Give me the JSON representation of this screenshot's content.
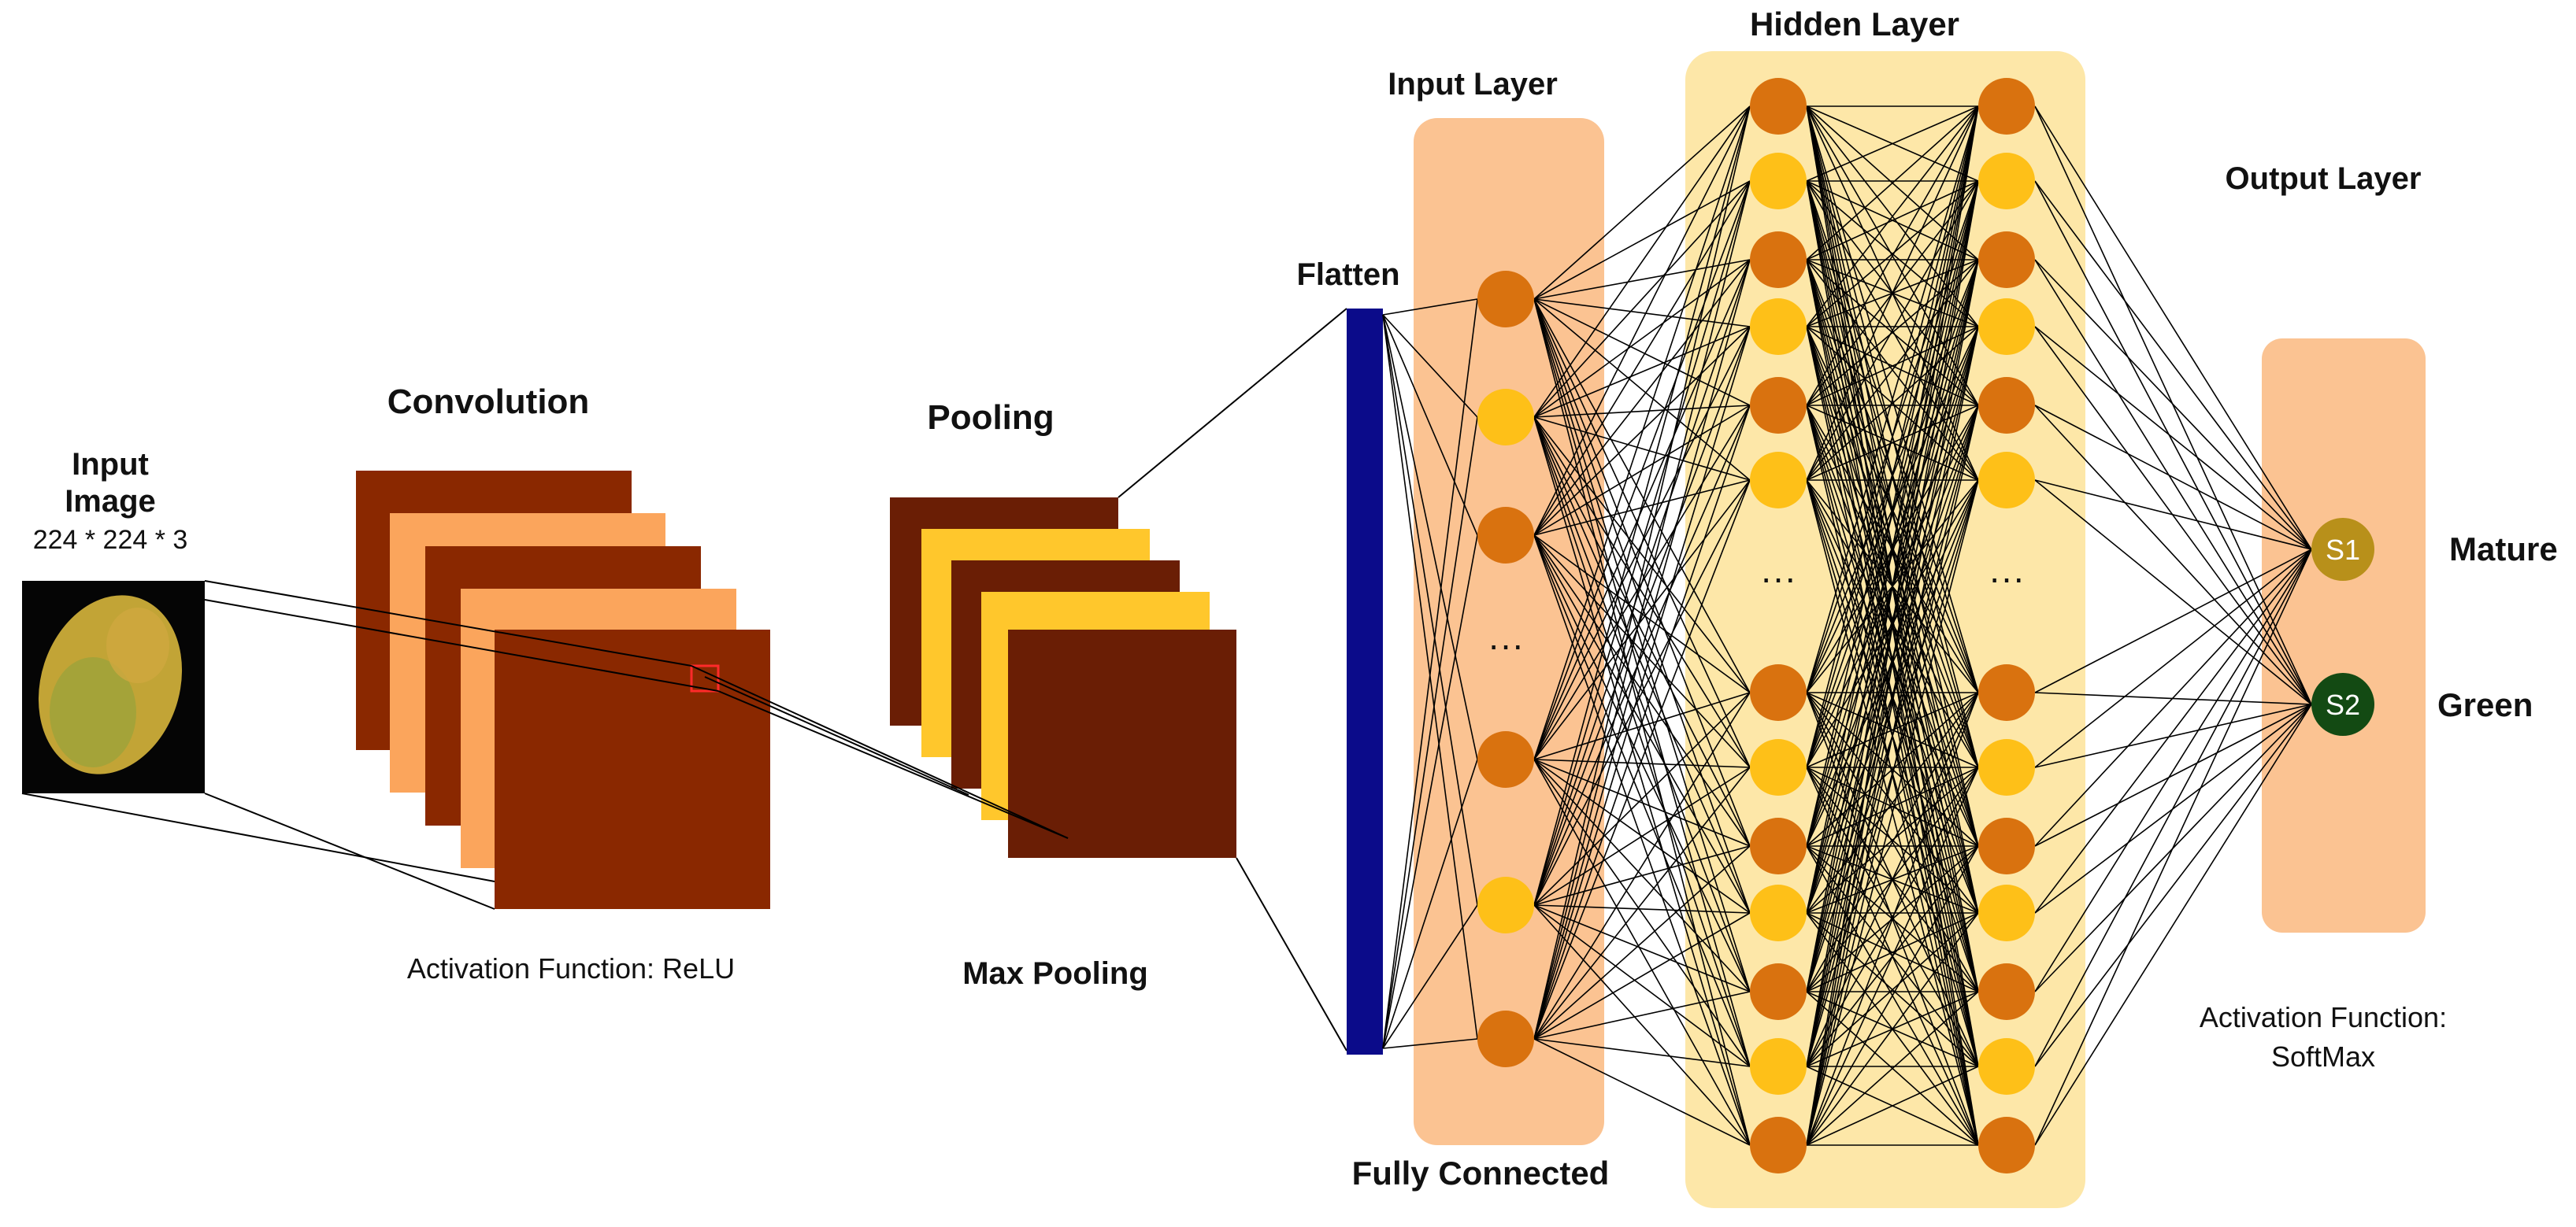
{
  "labels": {
    "input_image_line1": "Input",
    "input_image_line2": "Image",
    "input_image_dims": "224 * 224 * 3",
    "convolution": "Convolution",
    "conv_activation": "Activation Function: ReLU",
    "pooling": "Pooling",
    "max_pooling": "Max Pooling",
    "flatten": "Flatten",
    "input_layer": "Input Layer",
    "fully_connected": "Fully Connected",
    "hidden_layer": "Hidden Layer",
    "output_layer": "Output Layer",
    "out_activation_line1": "Activation Function:",
    "out_activation_line2": "SoftMax",
    "ellipsis": "···"
  },
  "outputs": [
    {
      "node": "S1",
      "label": "Mature",
      "color": "#b8901a"
    },
    {
      "node": "S2",
      "label": "Green",
      "color": "#134a13"
    }
  ],
  "colors": {
    "conv_dark": "#8a2800",
    "conv_light": "#fba55c",
    "pool_dark": "#6a1e05",
    "pool_yellow": "#ffc72c",
    "flatten_bar": "#0b0b8a",
    "input_layer_bg": "#fbc392",
    "hidden_layer_bg": "#fde7a8",
    "output_layer_bg": "#fbc392",
    "node_orange": "#d9720f",
    "node_yellow": "#fec018",
    "line": "#000000"
  }
}
